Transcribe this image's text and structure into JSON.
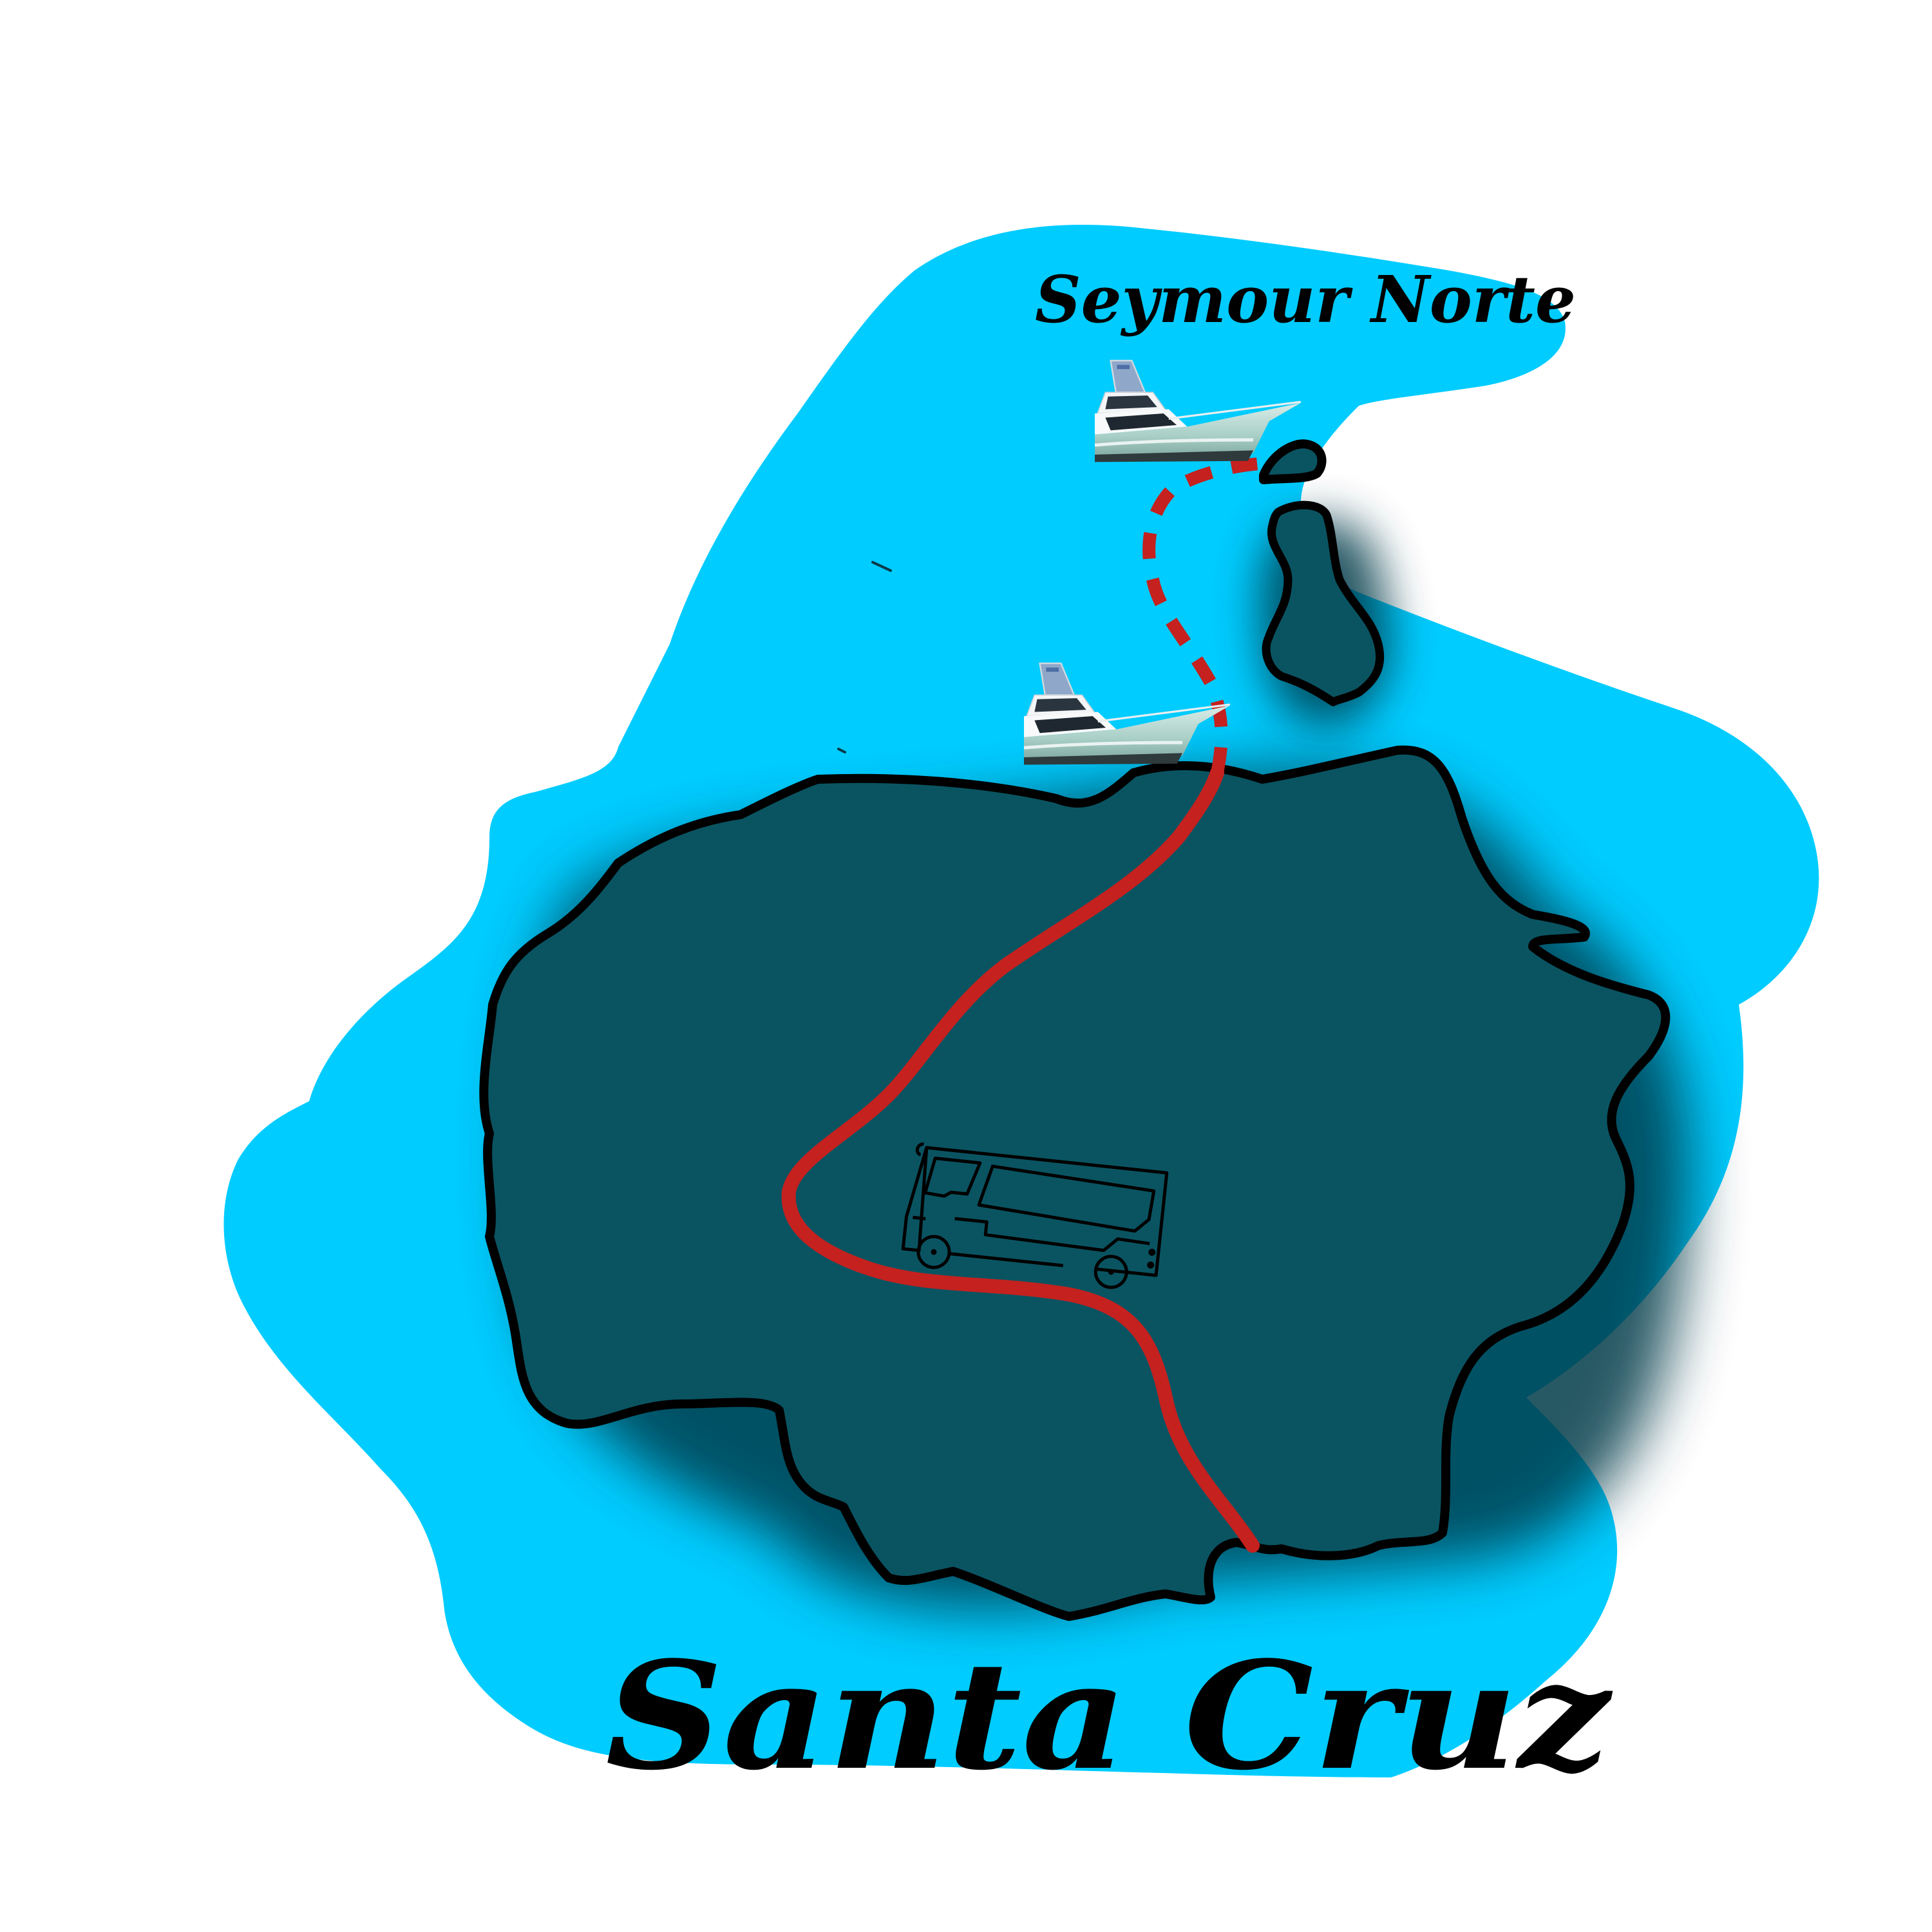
{
  "map": {
    "colors": {
      "background": "#FFFFFF",
      "water": "#00CCFF",
      "land": "#0A5462",
      "outline": "#000000",
      "route": "#C4211F",
      "shadow": "#003A4A"
    },
    "labels": {
      "islet": "Seymour Norte",
      "main_island": "Santa Cruz"
    },
    "icons": {
      "boat_north": "boat-icon",
      "boat_south": "boat-icon",
      "bus": "bus-icon"
    },
    "route": {
      "land_segment": "solid",
      "sea_segment": "dashed"
    }
  }
}
